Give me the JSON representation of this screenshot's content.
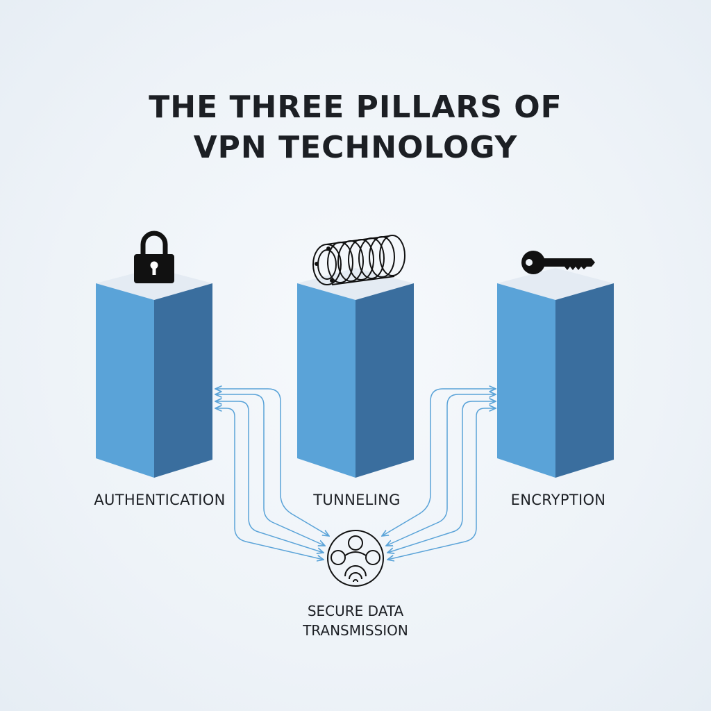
{
  "title": {
    "line1": "THE THREE PILLARS OF",
    "line2": "VPN TECHNOLOGY"
  },
  "pillars": [
    {
      "label": "AUTHENTICATION",
      "icon": "padlock-icon"
    },
    {
      "label": "TUNNELING",
      "icon": "tunnel-coil-icon"
    },
    {
      "label": "ENCRYPTION",
      "icon": "key-icon"
    }
  ],
  "center": {
    "line1": "SECURE DATA",
    "line2": "TRANSMISSION",
    "icon": "secure-data-hub-icon"
  },
  "colors": {
    "pillar_front": "#5aa3d8",
    "pillar_side": "#3a6e9e",
    "pillar_top": "#e4ebf3",
    "connector": "#5aa3d8",
    "text": "#1c1f24"
  }
}
